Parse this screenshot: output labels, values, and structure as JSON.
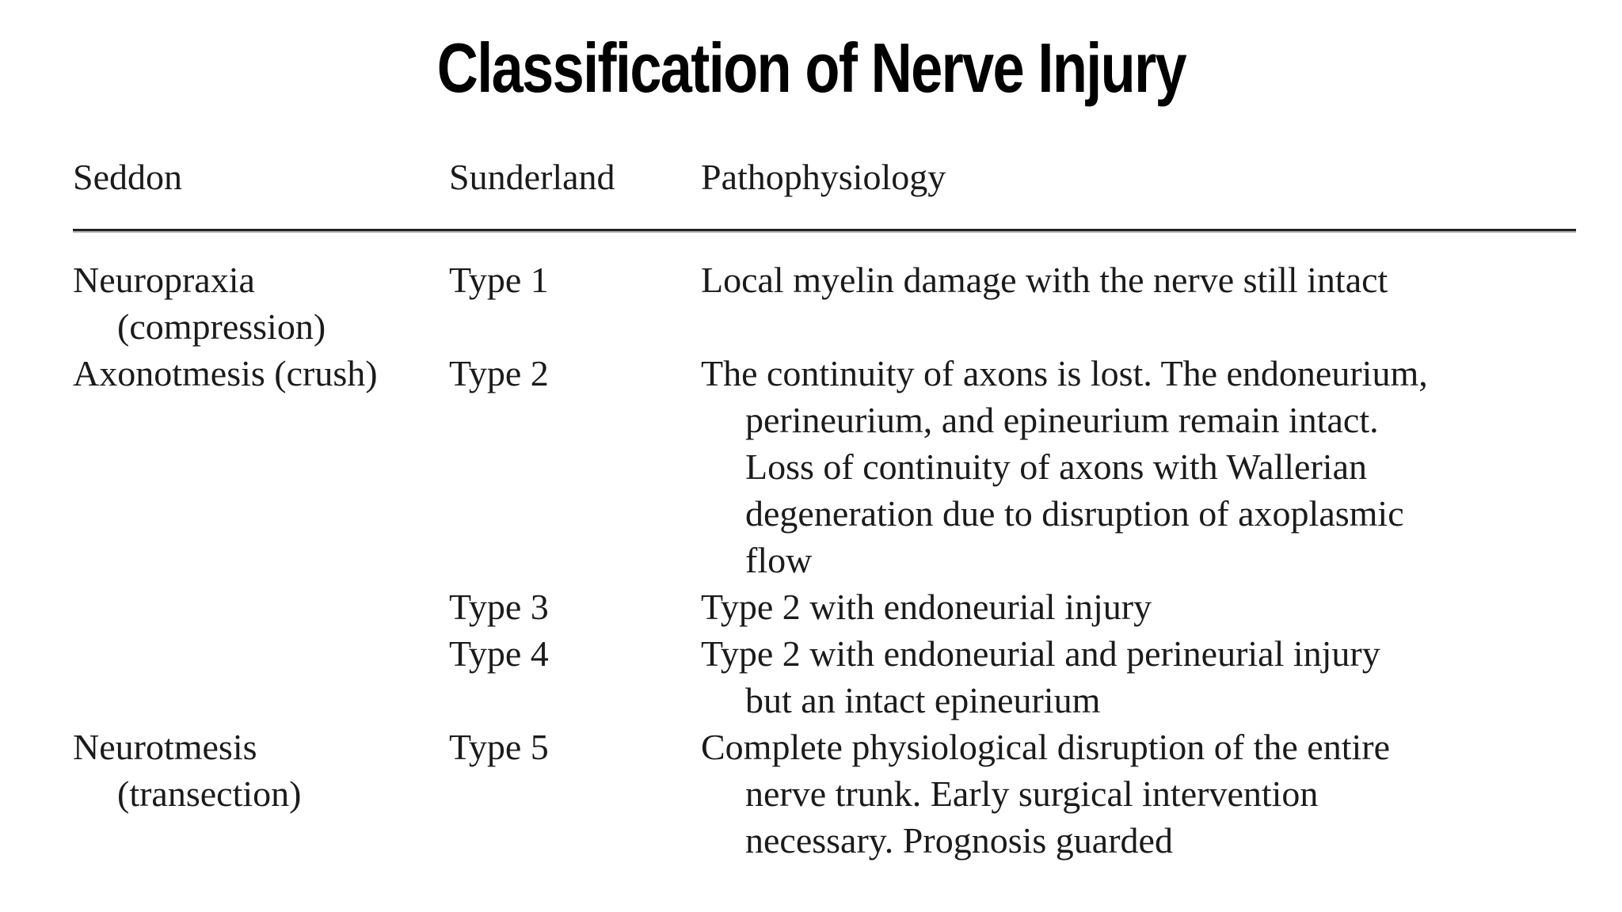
{
  "title": "Classification of Nerve Injury",
  "table": {
    "columns": [
      "Seddon",
      "Sunderland",
      "Pathophysiology"
    ],
    "fields": [
      "seddon",
      "sunderland",
      "pathophysiology"
    ],
    "rows": [
      {
        "seddon": "Neuropraxia\n(compression)",
        "sunderland": "Type 1",
        "pathophysiology": "Local myelin damage with the nerve still intact"
      },
      {
        "seddon": "Axonotmesis (crush)",
        "sunderland": "Type 2",
        "pathophysiology": "The continuity of axons is lost. The endoneurium,\nperineurium, and epineurium remain intact.\nLoss of continuity of axons with Wallerian\ndegeneration due to disruption of axoplasmic\nflow"
      },
      {
        "seddon": "",
        "sunderland": "Type 3",
        "pathophysiology": "Type 2 with endoneurial injury"
      },
      {
        "seddon": "",
        "sunderland": "Type 4",
        "pathophysiology": "Type 2 with endoneurial and perineurial injury\nbut an intact epineurium"
      },
      {
        "seddon": "Neurotmesis\n(transection)",
        "sunderland": "Type 5",
        "pathophysiology": "Complete physiological disruption of the entire\nnerve trunk. Early surgical intervention\nnecessary. Prognosis guarded"
      }
    ]
  },
  "colors": {
    "text": "#1b1b1b",
    "title": "#000000",
    "rule": "#222222",
    "background": "#ffffff"
  }
}
